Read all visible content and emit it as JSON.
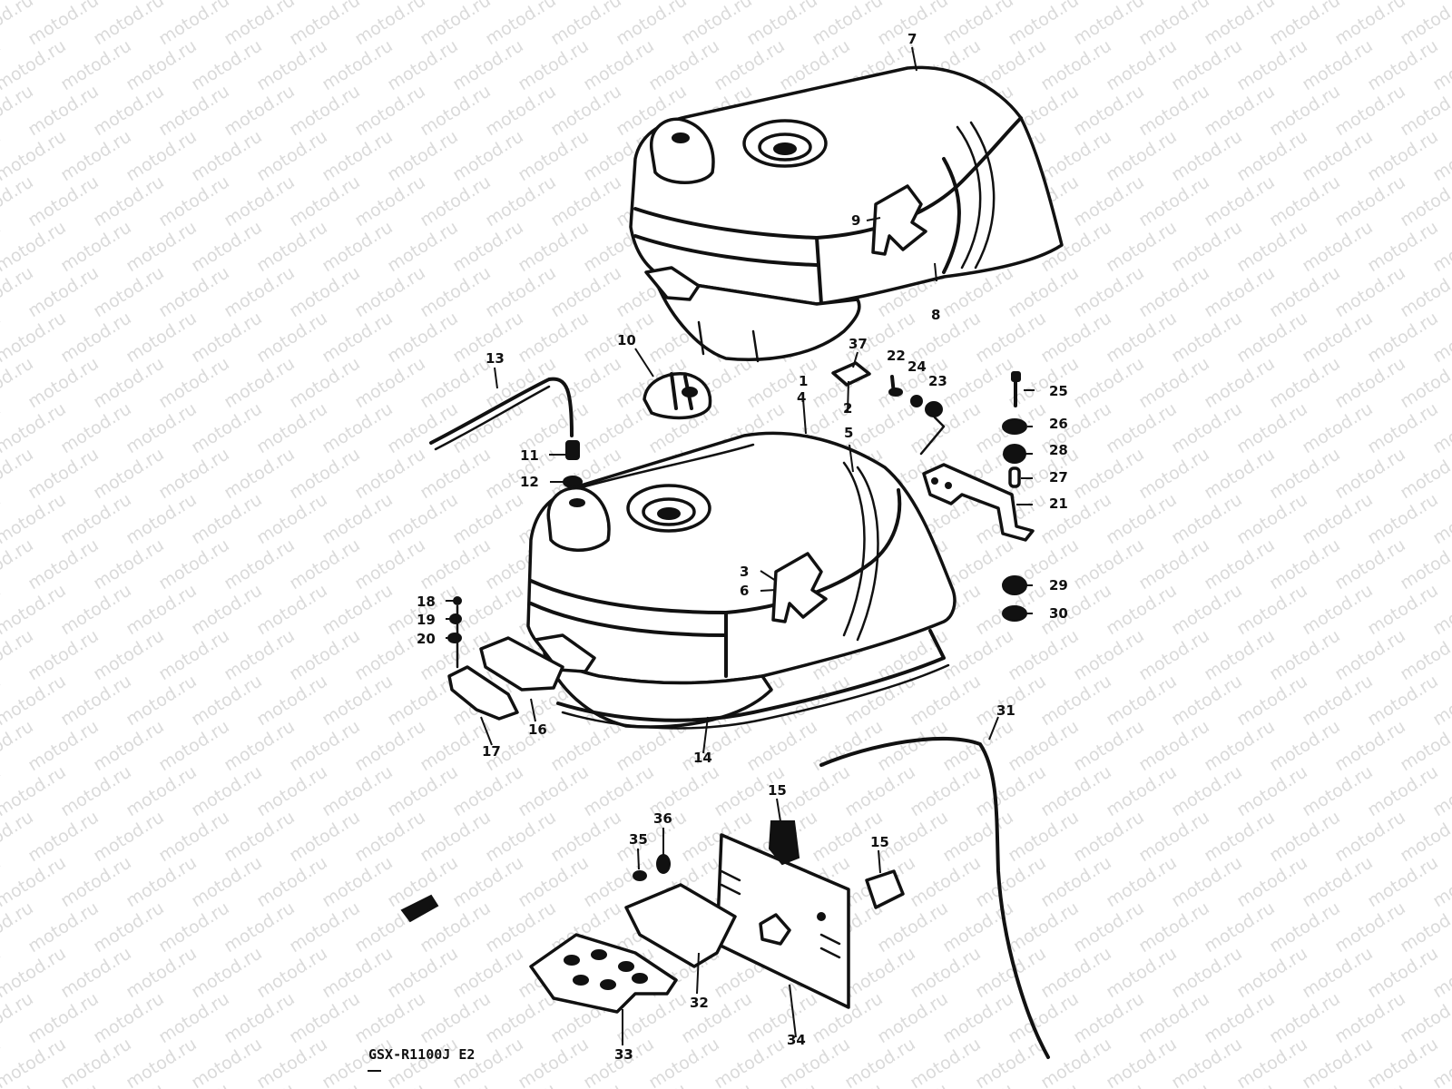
{
  "diagram": {
    "watermark": "motod.ru",
    "model_label": "GSX-R1100J  E2",
    "callouts": [
      "7",
      "8",
      "9",
      "10",
      "13",
      "37",
      "2",
      "22",
      "24",
      "23",
      "25",
      "1",
      "4",
      "5",
      "26",
      "28",
      "27",
      "21",
      "11",
      "12",
      "3",
      "6",
      "29",
      "30",
      "18",
      "19",
      "20",
      "16",
      "17",
      "14",
      "31",
      "15",
      "15",
      "36",
      "35",
      "32",
      "33",
      "34"
    ]
  }
}
